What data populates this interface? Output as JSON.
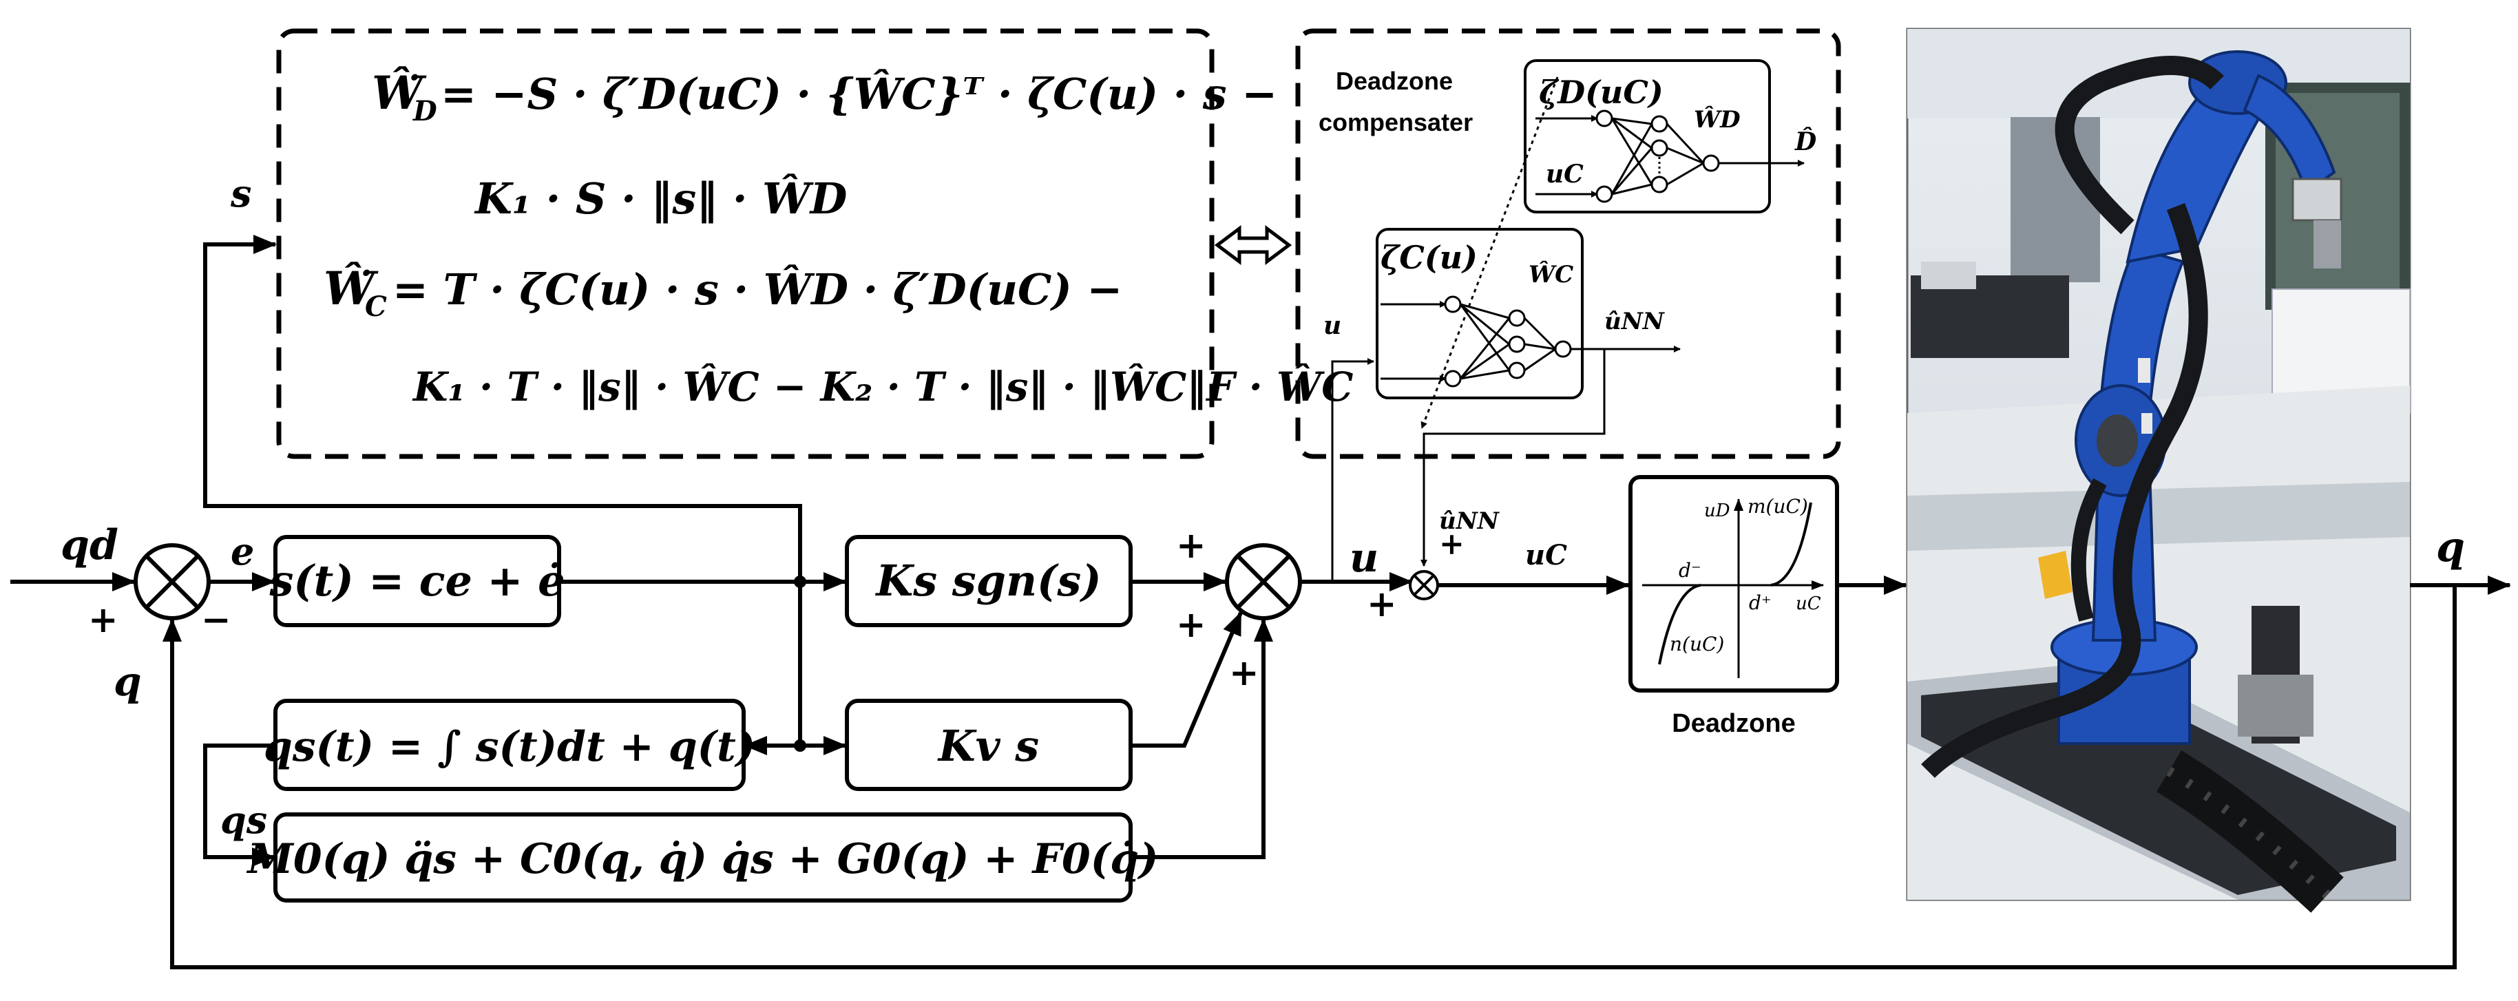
{
  "update_laws": {
    "wd_lhs": "Ŵ̇",
    "wd_lhs_sub": "D",
    "wd_line1_rhs": "= −S · ζ′D(uC) · {ŴC}ᵀ · ζC(u) · s −",
    "wd_line2": "K₁ · S · ‖s‖ · ŴD",
    "wc_lhs": "Ŵ̇",
    "wc_lhs_sub": "C",
    "wc_line1_rhs": "= T · ζC(u) · s · ŴD · ζ′D(uC) −",
    "wc_line2": "K₁ · T · ‖s‖ · ŴC − K₂ · T · ‖s‖ · ‖ŴC‖F · ŴC"
  },
  "compensator": {
    "title_line1": "Deadzone",
    "title_line2": "compensater",
    "nn_d_input": "ζD(uC)",
    "nn_d_input2": "uC",
    "nn_d_weight": "ŴD",
    "nn_d_output": "D̂",
    "nn_c_input": "ζC(u)",
    "nn_c_weight": "ŴC",
    "nn_c_output": "ûNN",
    "u_in": "u"
  },
  "signals": {
    "qd": "qd",
    "e": "e",
    "s": "s",
    "q_feedback": "q",
    "qs": "qs",
    "u": "u",
    "u_nn": "ûNN",
    "u_c": "uC",
    "q_out": "q",
    "plus": "+",
    "minus": "−"
  },
  "blocks": {
    "sliding": "s(t) = ce + ė",
    "switching": "Ks sgn(s)",
    "damping": "Kv s",
    "qs_def": "qs(t) = ∫ s(t)dt + q(t)",
    "nominal": "M0(q) q̈s + C0(q, q̇) q̇s + G0(q) + F0(q̇)"
  },
  "deadzone": {
    "label": "Deadzone",
    "u_d": "uD",
    "m_uc": "m(uC)",
    "d_minus": "d⁻",
    "d_plus": "d⁺",
    "u_c_axis": "uC",
    "n_uc": "n(uC)"
  },
  "robot_photo": {
    "arm_color": "#1f4fb4"
  }
}
